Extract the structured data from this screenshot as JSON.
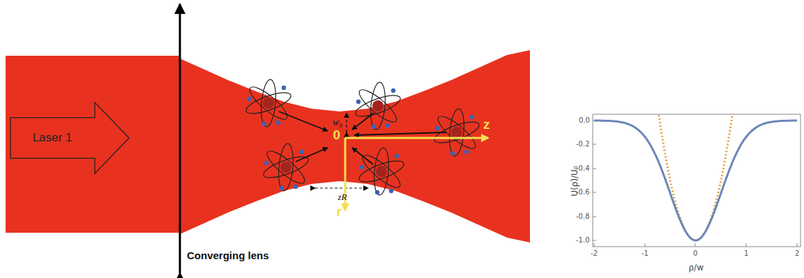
{
  "diagram": {
    "nodes": [
      {
        "text": [
          "Laser 1"
        ]
      }
    ],
    "labels": [
      "Converging lens",
      "w₀",
      "0",
      "z",
      "zR",
      "r",
      "0.0",
      "-0.2",
      "-0.4",
      "-0.6",
      "-0.8",
      "-1.0",
      "-2",
      "-1",
      "0",
      "1",
      "2",
      "U(ρ)/U₀",
      "ρ/w"
    ]
  }
}
